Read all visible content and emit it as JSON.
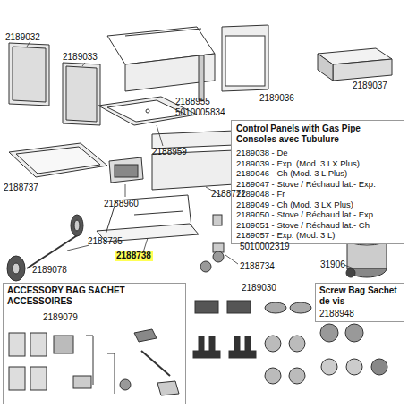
{
  "diagram": {
    "nodes": [
      {
        "text": [
          "Control Panels with Gas Pipe Consoles avec Tubulure",
          "2189038 - De",
          "2189039 - Exp. (Mod. 3 LX Plus)",
          "2189046 - Ch (Mod. 3 L Plus)",
          "2189047 - Stove / Réchaud lat.- Exp.",
          "2189048 - Fr",
          "2189049 - Ch (Mod. 3 LX Plus)",
          "2189050 - Stove / Réchaud lat.- Exp.",
          "2189051 - Stove / Réchaud lat.- Ch",
          "2189057 - Exp. (Mod. 3 L)"
        ]
      },
      {
        "text": [
          "ACCESSORY BAG SACHET ACCESSOIRES",
          "2189079"
        ]
      },
      {
        "text": [
          "Screw Bag Sachet de vis",
          "2188948"
        ]
      }
    ],
    "edges": [],
    "labels": [
      "2189032",
      "2189033",
      "2188955",
      "5010005834",
      "2189036",
      "2189037",
      "2188959",
      "2188737",
      "2188960",
      "2188772",
      "2188735",
      "2188738",
      "5010002319",
      "2189078",
      "2188734",
      "31906",
      "2189030"
    ]
  }
}
